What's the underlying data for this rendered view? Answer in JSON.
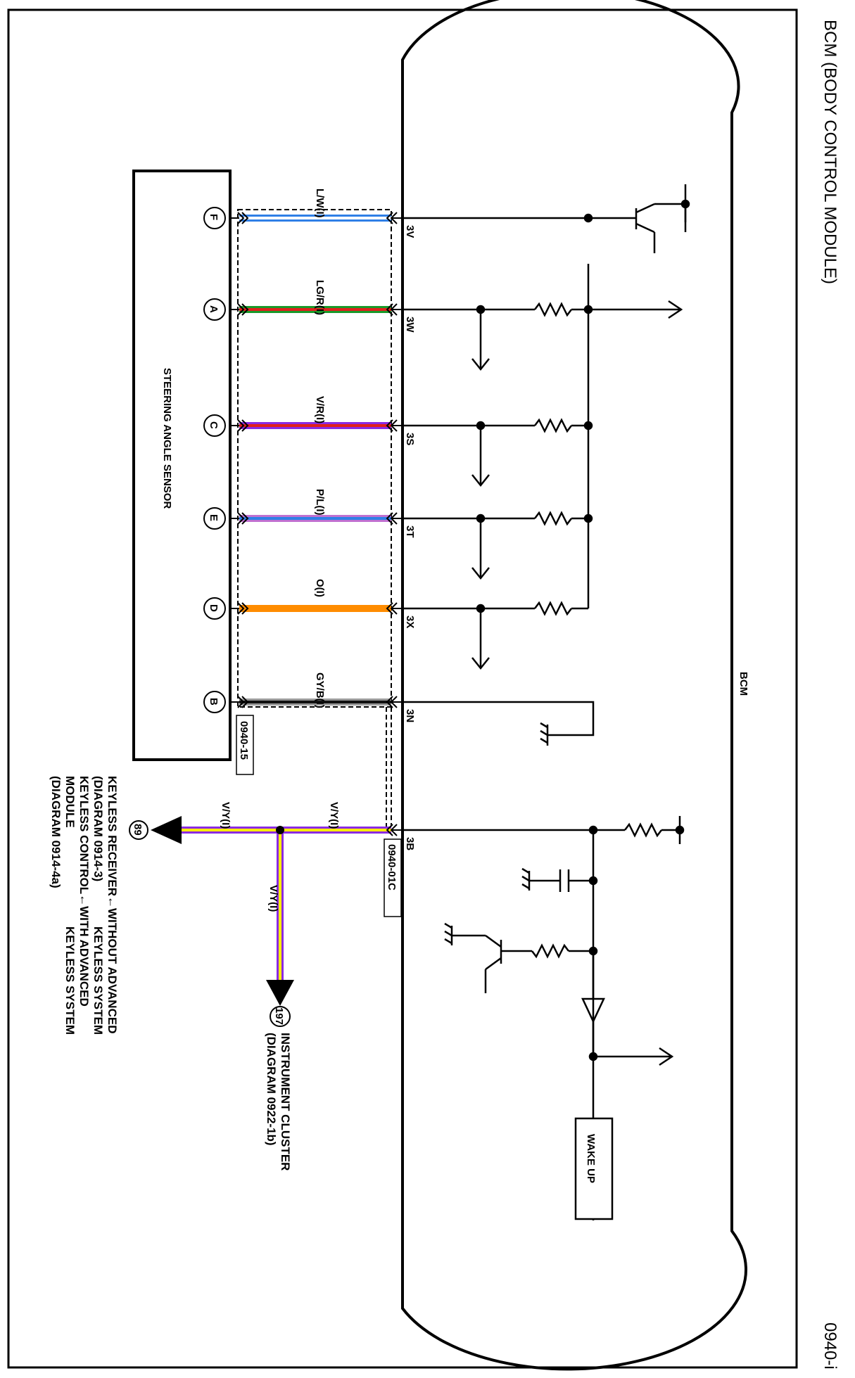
{
  "header": {
    "title": "BCM (BODY CONTROL MODULE)",
    "page_id": "0940-i"
  },
  "bcm": {
    "label": "BCM",
    "wakeup": "WAKE UP"
  },
  "sensor": {
    "label": "STEERING ANGLE SENSOR"
  },
  "connectors": {
    "sensor": "0940-15",
    "bcm": "0940-01C"
  },
  "colors": {
    "blue": "#2f7fe6",
    "red": "#e0201c",
    "green": "#1a9a2a",
    "purple": "#8a2be2",
    "orange": "#ff8c00",
    "black": "#111111",
    "gray": "#9a9a9a",
    "yellow": "#ffee00"
  },
  "wires": [
    {
      "pin": "F",
      "term": "3V",
      "label": "L/W(I)",
      "colors": [
        "#2f7fe6",
        "#ffffff"
      ]
    },
    {
      "pin": "A",
      "term": "3W",
      "label": "LG/R(I)",
      "colors": [
        "#1a9a2a",
        "#e0201c"
      ]
    },
    {
      "pin": "C",
      "term": "3S",
      "label": "V/R(I)",
      "colors": [
        "#8a2be2",
        "#e0201c"
      ]
    },
    {
      "pin": "E",
      "term": "3T",
      "label": "P/L(I)",
      "colors": [
        "#c070d0",
        "#2f7fe6"
      ]
    },
    {
      "pin": "D",
      "term": "3X",
      "label": "O(I)",
      "colors": [
        "#ff8c00",
        "#ff8c00"
      ]
    },
    {
      "pin": "B",
      "term": "3N",
      "label": "GY/B(I)",
      "colors": [
        "#9a9a9a",
        "#111111"
      ]
    }
  ],
  "keyless_wire": {
    "term": "3B",
    "label_main": "V/Y(I)",
    "label_branch": "V/Y(I)",
    "label_down": "V/Y(I)"
  },
  "refs": {
    "ref89": {
      "num": "89",
      "lines": [
        "KEYLESS RECEIVER←WITHOUT ADVANCED",
        "(DIAGRAM 0914-3)",
        "KEYLESS CONTROL←WITH ADVANCED",
        "MODULE",
        "(DIAGRAM 0914-4a)"
      ],
      "lines2": [
        "",
        "KEYLESS SYSTEM",
        "",
        "KEYLESS SYSTEM",
        ""
      ]
    },
    "ref197": {
      "num": "197",
      "lines": [
        "INSTRUMENT CLUSTER",
        "(DIAGRAM 0922-1b)"
      ]
    }
  }
}
